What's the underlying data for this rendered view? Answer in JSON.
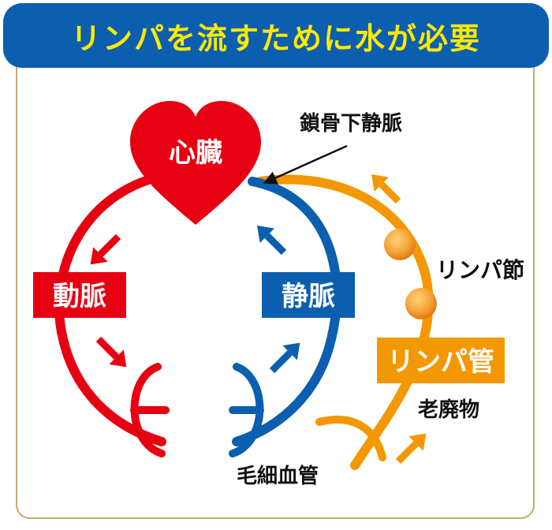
{
  "title": "リンパを流すために水が必要",
  "labels": {
    "heart": "心臓",
    "artery": "動脈",
    "vein": "静脈",
    "lymph_vessel": "リンパ管",
    "lymph_node": "リンパ節",
    "subclavian_vein": "鎖骨下静脈",
    "capillary": "毛細血管",
    "waste": "老廃物"
  },
  "colors": {
    "title_bg": "#0b5fae",
    "title_text": "#ffe900",
    "artery": "#e60012",
    "vein": "#0b5fae",
    "lymph": "#f39800",
    "node": "#f0a030",
    "frame": "#c8a96b"
  }
}
